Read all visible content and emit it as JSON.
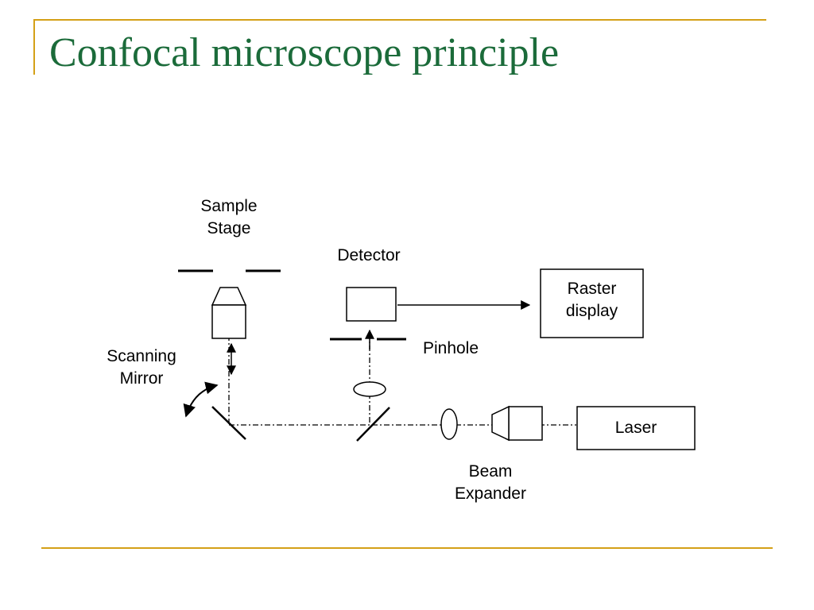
{
  "slide": {
    "title": "Confocal microscope principle",
    "accent_color": "#d4a017",
    "title_color": "#1b6b3a"
  },
  "diagram": {
    "labels": {
      "sample_stage": [
        "Sample",
        "Stage"
      ],
      "detector": "Detector",
      "raster_display": [
        "Raster",
        "display"
      ],
      "scanning_mirror": [
        "Scanning",
        "Mirror"
      ],
      "pinhole": "Pinhole",
      "laser": "Laser",
      "beam_expander": [
        "Beam",
        "Expander"
      ]
    }
  }
}
